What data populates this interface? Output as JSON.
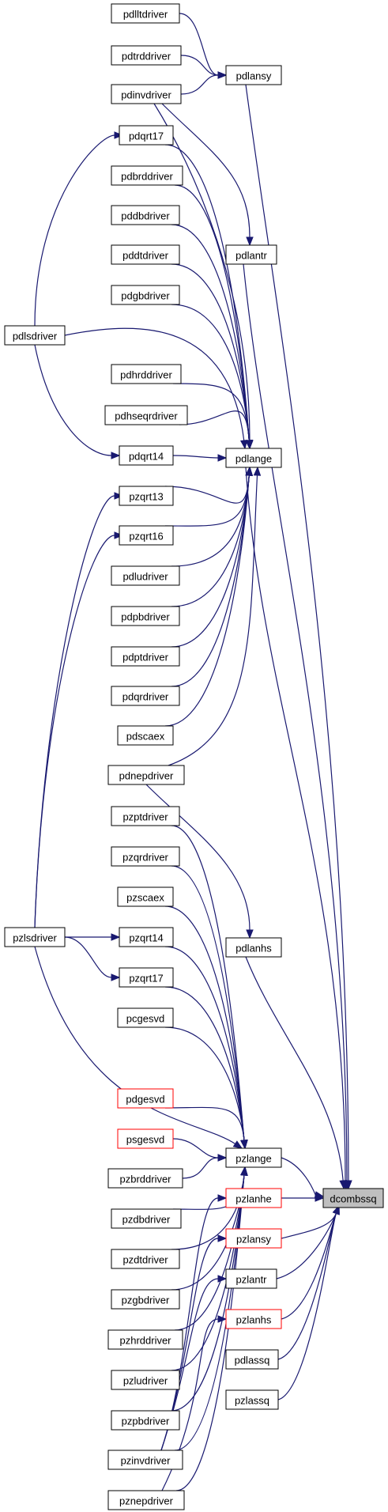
{
  "graph": {
    "nodes": [
      {
        "id": "pdlltdriver",
        "label": "pdlltdriver",
        "style": "normal"
      },
      {
        "id": "pdtrddriver",
        "label": "pdtrddriver",
        "style": "normal"
      },
      {
        "id": "pdinvdriver",
        "label": "pdinvdriver",
        "style": "normal"
      },
      {
        "id": "pdlansy",
        "label": "pdlansy",
        "style": "normal"
      },
      {
        "id": "pdqrt17",
        "label": "pdqrt17",
        "style": "normal"
      },
      {
        "id": "pdbrddriver",
        "label": "pdbrddriver",
        "style": "normal"
      },
      {
        "id": "pddbdriver",
        "label": "pddbdriver",
        "style": "normal"
      },
      {
        "id": "pdlantr",
        "label": "pdlantr",
        "style": "normal"
      },
      {
        "id": "pddtdriver",
        "label": "pddtdriver",
        "style": "normal"
      },
      {
        "id": "pdgbdriver",
        "label": "pdgbdriver",
        "style": "normal"
      },
      {
        "id": "pdlsdriver",
        "label": "pdlsdriver",
        "style": "normal"
      },
      {
        "id": "pdhrddriver",
        "label": "pdhrddriver",
        "style": "normal"
      },
      {
        "id": "pdhseqrdriver",
        "label": "pdhseqrdriver",
        "style": "normal"
      },
      {
        "id": "pdqrt14",
        "label": "pdqrt14",
        "style": "normal"
      },
      {
        "id": "pdlange",
        "label": "pdlange",
        "style": "normal"
      },
      {
        "id": "pzqrt13",
        "label": "pzqrt13",
        "style": "normal"
      },
      {
        "id": "pzqrt16",
        "label": "pzqrt16",
        "style": "normal"
      },
      {
        "id": "pdludriver",
        "label": "pdludriver",
        "style": "normal"
      },
      {
        "id": "pdpbdriver",
        "label": "pdpbdriver",
        "style": "normal"
      },
      {
        "id": "pdptdriver",
        "label": "pdptdriver",
        "style": "normal"
      },
      {
        "id": "pdqrdriver",
        "label": "pdqrdriver",
        "style": "normal"
      },
      {
        "id": "pdscaex",
        "label": "pdscaex",
        "style": "normal"
      },
      {
        "id": "pdnepdriver",
        "label": "pdnepdriver",
        "style": "normal"
      },
      {
        "id": "pzptdriver",
        "label": "pzptdriver",
        "style": "normal"
      },
      {
        "id": "pzqrdriver",
        "label": "pzqrdriver",
        "style": "normal"
      },
      {
        "id": "pzscaex",
        "label": "pzscaex",
        "style": "normal"
      },
      {
        "id": "pzlsdriver",
        "label": "pzlsdriver",
        "style": "normal"
      },
      {
        "id": "pzqrt14",
        "label": "pzqrt14",
        "style": "normal"
      },
      {
        "id": "pdlanhs",
        "label": "pdlanhs",
        "style": "normal"
      },
      {
        "id": "pzqrt17",
        "label": "pzqrt17",
        "style": "normal"
      },
      {
        "id": "pcgesvd",
        "label": "pcgesvd",
        "style": "normal"
      },
      {
        "id": "pdgesvd",
        "label": "pdgesvd",
        "style": "red"
      },
      {
        "id": "psgesvd",
        "label": "psgesvd",
        "style": "red"
      },
      {
        "id": "pzlange",
        "label": "pzlange",
        "style": "normal"
      },
      {
        "id": "pzbrddriver",
        "label": "pzbrddriver",
        "style": "normal"
      },
      {
        "id": "dcombssq",
        "label": "dcombssq",
        "style": "focus"
      },
      {
        "id": "pzdbdriver",
        "label": "pzdbdriver",
        "style": "normal"
      },
      {
        "id": "pzlanhe",
        "label": "pzlanhe",
        "style": "red"
      },
      {
        "id": "pzdtdriver",
        "label": "pzdtdriver",
        "style": "normal"
      },
      {
        "id": "pzlansy",
        "label": "pzlansy",
        "style": "red"
      },
      {
        "id": "pzgbdriver",
        "label": "pzgbdriver",
        "style": "normal"
      },
      {
        "id": "pzlantr",
        "label": "pzlantr",
        "style": "normal"
      },
      {
        "id": "pzhrddriver",
        "label": "pzhrddriver",
        "style": "normal"
      },
      {
        "id": "pzlanhs",
        "label": "pzlanhs",
        "style": "red"
      },
      {
        "id": "pzludriver",
        "label": "pzludriver",
        "style": "normal"
      },
      {
        "id": "pdlassq",
        "label": "pdlassq",
        "style": "normal"
      },
      {
        "id": "pzpbdriver",
        "label": "pzpbdriver",
        "style": "normal"
      },
      {
        "id": "pzlassq",
        "label": "pzlassq",
        "style": "normal"
      },
      {
        "id": "pzinvdriver",
        "label": "pzinvdriver",
        "style": "normal"
      },
      {
        "id": "pznepdriver",
        "label": "pznepdriver",
        "style": "normal"
      }
    ],
    "edges": [
      {
        "from": "pdlltdriver",
        "to": "pdlansy"
      },
      {
        "from": "pdtrddriver",
        "to": "pdlansy"
      },
      {
        "from": "pdinvdriver",
        "to": "pdlansy"
      },
      {
        "from": "pdinvdriver",
        "to": "pdlantr"
      },
      {
        "from": "pdinvdriver",
        "to": "pdlange"
      },
      {
        "from": "pdlsdriver",
        "to": "pdqrt17"
      },
      {
        "from": "pdlsdriver",
        "to": "pdlange"
      },
      {
        "from": "pdlsdriver",
        "to": "pdqrt14"
      },
      {
        "from": "pdqrt17",
        "to": "pdlange"
      },
      {
        "from": "pdbrddriver",
        "to": "pdlange"
      },
      {
        "from": "pddbdriver",
        "to": "pdlange"
      },
      {
        "from": "pddtdriver",
        "to": "pdlange"
      },
      {
        "from": "pdgbdriver",
        "to": "pdlange"
      },
      {
        "from": "pdhrddriver",
        "to": "pdlange"
      },
      {
        "from": "pdhseqrdriver",
        "to": "pdlange"
      },
      {
        "from": "pdqrt14",
        "to": "pdlange"
      },
      {
        "from": "pzqrt13",
        "to": "pdlange"
      },
      {
        "from": "pzqrt16",
        "to": "pdlange"
      },
      {
        "from": "pdludriver",
        "to": "pdlange"
      },
      {
        "from": "pdpbdriver",
        "to": "pdlange"
      },
      {
        "from": "pdptdriver",
        "to": "pdlange"
      },
      {
        "from": "pdqrdriver",
        "to": "pdlange"
      },
      {
        "from": "pdscaex",
        "to": "pdlange"
      },
      {
        "from": "pdnepdriver",
        "to": "pdlange"
      },
      {
        "from": "pdnepdriver",
        "to": "pdlanhs"
      },
      {
        "from": "pzlsdriver",
        "to": "pzqrt13"
      },
      {
        "from": "pzlsdriver",
        "to": "pzqrt16"
      },
      {
        "from": "pzlsdriver",
        "to": "pzqrt14"
      },
      {
        "from": "pzlsdriver",
        "to": "pzqrt17"
      },
      {
        "from": "pzlsdriver",
        "to": "pzlange"
      },
      {
        "from": "pzptdriver",
        "to": "pzlange"
      },
      {
        "from": "pzqrdriver",
        "to": "pzlange"
      },
      {
        "from": "pzscaex",
        "to": "pzlange"
      },
      {
        "from": "pzqrt14",
        "to": "pzlange"
      },
      {
        "from": "pzqrt17",
        "to": "pzlange"
      },
      {
        "from": "pcgesvd",
        "to": "pzlange"
      },
      {
        "from": "pdgesvd",
        "to": "pzlange"
      },
      {
        "from": "psgesvd",
        "to": "pzlange"
      },
      {
        "from": "pzbrddriver",
        "to": "pzlange"
      },
      {
        "from": "pzdbdriver",
        "to": "pzlange"
      },
      {
        "from": "pzdtdriver",
        "to": "pzlange"
      },
      {
        "from": "pzgbdriver",
        "to": "pzlange"
      },
      {
        "from": "pzhrddriver",
        "to": "pzlange"
      },
      {
        "from": "pzludriver",
        "to": "pzlange"
      },
      {
        "from": "pzpbdriver",
        "to": "pzlange"
      },
      {
        "from": "pzinvdriver",
        "to": "pzlange"
      },
      {
        "from": "pzinvdriver",
        "to": "pzlanhe"
      },
      {
        "from": "pzinvdriver",
        "to": "pzlansy"
      },
      {
        "from": "pzinvdriver",
        "to": "pzlantr"
      },
      {
        "from": "pznepdriver",
        "to": "pzlange"
      },
      {
        "from": "pznepdriver",
        "to": "pzlanhs"
      },
      {
        "from": "pdlansy",
        "to": "dcombssq"
      },
      {
        "from": "pdlantr",
        "to": "dcombssq"
      },
      {
        "from": "pdlange",
        "to": "dcombssq"
      },
      {
        "from": "pdlanhs",
        "to": "dcombssq"
      },
      {
        "from": "pzlange",
        "to": "dcombssq"
      },
      {
        "from": "pzlanhe",
        "to": "dcombssq"
      },
      {
        "from": "pzlansy",
        "to": "dcombssq"
      },
      {
        "from": "pzlantr",
        "to": "dcombssq"
      },
      {
        "from": "pzlanhs",
        "to": "dcombssq"
      },
      {
        "from": "pdlassq",
        "to": "dcombssq"
      },
      {
        "from": "pzlassq",
        "to": "dcombssq"
      }
    ]
  },
  "colors": {
    "edge": "#191970",
    "red_border": "#ff0000",
    "focus_fill": "#bfbfbf"
  }
}
